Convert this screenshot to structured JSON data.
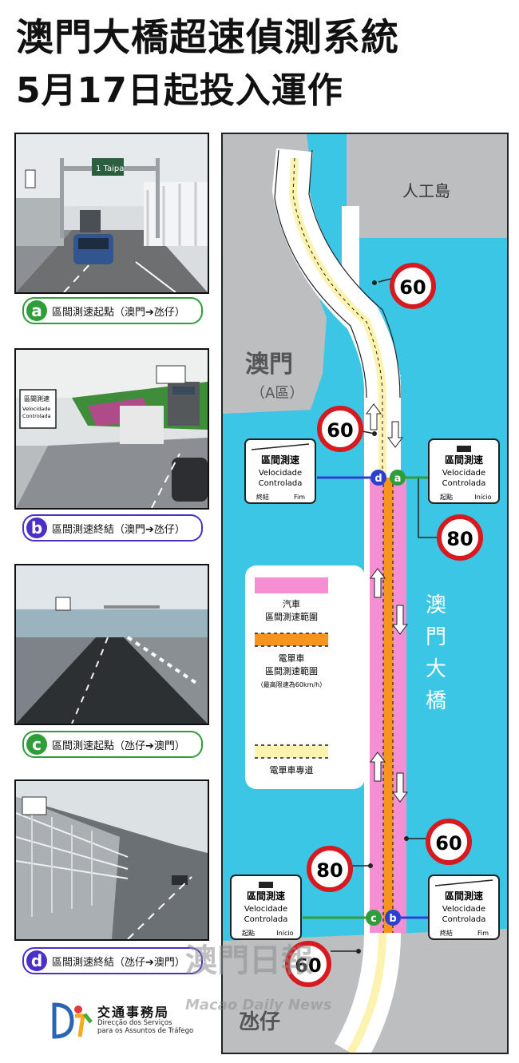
{
  "header": {
    "title_line1": "澳門大橋超速偵測系統",
    "title_line2": "5月17日起投入運作"
  },
  "photos": [
    {
      "letter": "a",
      "caption": "區間測速起點（澳門➔氹仔）",
      "color": "#2f9e3a",
      "sign_text": "1 Taipa"
    },
    {
      "letter": "b",
      "caption": "區間測速終結（澳門➔氹仔）",
      "color": "#4b2fc9",
      "sign_text_line1": "區間測速",
      "sign_text_line2": "Velocidade",
      "sign_text_line3": "Controlada"
    },
    {
      "letter": "c",
      "caption": "區間測速起點（氹仔➔澳門）",
      "color": "#2f9e3a"
    },
    {
      "letter": "d",
      "caption": "區間測速終結（氹仔➔澳門）",
      "color": "#4b2fc9"
    }
  ],
  "map": {
    "labels": {
      "artificial_island": "人工島",
      "macau": "澳門",
      "zone_a": "（A區）",
      "bridge": [
        "澳",
        "門",
        "大",
        "橋"
      ],
      "taipa": "氹仔"
    },
    "speed_limits": {
      "top_right": "60",
      "upper_left": "60",
      "right_after_a": "80",
      "lower_right": "60",
      "lower_left": "80",
      "bottom": "60"
    },
    "signs": {
      "title": "區間測速",
      "line1": "Velocidade",
      "line2": "Controlada",
      "start_zh": "起點",
      "start_pt": "Início",
      "end_zh": "終結",
      "end_pt": "Fim"
    },
    "points": {
      "a": "a",
      "b": "b",
      "c": "c",
      "d": "d"
    },
    "legend": {
      "car": "汽車\n區間測速範圍",
      "car_line1": "汽車",
      "car_line2": "區間測速範圍",
      "moto_line1": "電單車",
      "moto_line2": "區間測速範圍",
      "moto_note": "（最高限速為60km/h）",
      "moto_lane": "電單車專道",
      "colors": {
        "car": "#f58fd4",
        "moto": "#f7941d",
        "moto_lane": "#fdf3b0"
      }
    },
    "colors": {
      "sea": "#3cc6e6",
      "land": "#bcbec0",
      "point_green": "#2f9e3a",
      "point_purple": "#4b2fc9",
      "point_blue": "#2b3fd1"
    }
  },
  "footer": {
    "dept_zh": "交通事務局",
    "dept_pt_line1": "Direcção dos Serviços",
    "dept_pt_line2": "para os Assuntos de Tráfego"
  },
  "watermark": {
    "zh": "澳門日報",
    "en": "Macao Daily News"
  }
}
